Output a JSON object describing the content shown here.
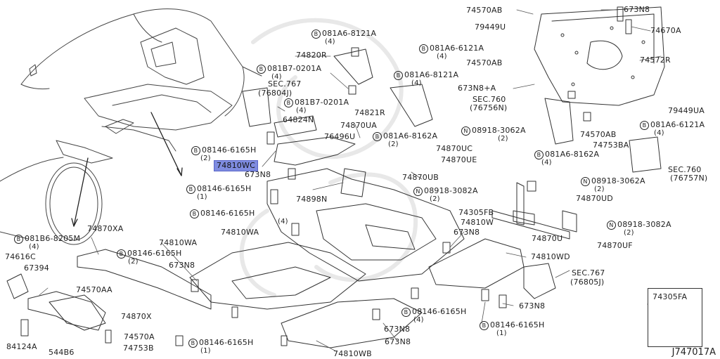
{
  "labels": {
    "p74570AB_top": "74570AB",
    "p673N8_top": "673N8",
    "p79449U": "79449U",
    "p74670A": "74670A",
    "b081A6_6121A_top": "081A6-6121A",
    "b081A6_6121A_top_qty": "(4)",
    "p74572R": "74572R",
    "p74570AB_mid": "74570AB",
    "b081A6_8121A_left": "081A6-8121A",
    "b081A6_8121A_left_qty": "(4)",
    "p74820R": "74820R",
    "b081B7_0201A_1": "081B7-0201A",
    "b081B7_0201A_1_qty": "(4)",
    "sec767_a": "SEC.767",
    "sec767_a_sub": "(76804J)",
    "b081A6_8121A_mid": "081A6-8121A",
    "b081A6_8121A_mid_qty": "(4)",
    "p673N8_A": "673N8+A",
    "b081B7_0201A_2": "081B7-0201A",
    "b081B7_0201A_2_qty": "(4)",
    "sec760_a": "SEC.760",
    "sec760_a_sub": "(76756N)",
    "p79449UA": "79449UA",
    "p74821R": "74821R",
    "p64824N": "64824N",
    "p74870UA": "74870UA",
    "n08918_3062A_top": "08918-3062A",
    "n08918_3062A_top_qty": "(2)",
    "p74570AB_low": "74570AB",
    "b081A6_6121A_right": "081A6-6121A",
    "b081A6_6121A_right_qty": "(4)",
    "p76496U": "76496U",
    "b081A6_8162A_1": "081A6-8162A",
    "b081A6_8162A_1_qty": "(2)",
    "p74753BA": "74753BA",
    "b08146_6165H_1": "08146-6165H",
    "b08146_6165H_1_qty": "(2)",
    "p74810WC": "74810WC",
    "p74870UC": "74870UC",
    "b081A6_8162A_2": "081A6-8162A",
    "b081A6_8162A_2_qty": "(4)",
    "sec760_b": "SEC.760",
    "sec760_b_sub": "(76757N)",
    "p673N8_b": "673N8",
    "p74870UE": "74870UE",
    "p74870UB": "74870UB",
    "n08918_3062A_mid": "08918-3062A",
    "n08918_3062A_mid_qty": "(2)",
    "b08146_6165H_2": "08146-6165H",
    "b08146_6165H_2_qty": "(1)",
    "n08918_3082A_1": "08918-3082A",
    "n08918_3082A_1_qty": "(2)",
    "p74898N": "74898N",
    "p74870UD": "74870UD",
    "p74305FB": "74305FB",
    "b08146_6165H_3": "08146-6165H",
    "b08146_6165H_3_qty": "(4)",
    "p74810W": "74810W",
    "n08918_3082A_2": "08918-3082A",
    "n08918_3082A_2_qty": "(2)",
    "p74870U": "74870U",
    "p74810WA_small": "74810WA",
    "p673N8_c": "673N8",
    "b081B6_8205M": "081B6-8205M",
    "b081B6_8205M_qty": "(4)",
    "p74870XA": "74870XA",
    "p74870UF": "74870UF",
    "p74810WA": "74810WA",
    "b08146_6165H_4": "08146-6165H",
    "b08146_6165H_4_qty": "(2)",
    "p74616C": "74616C",
    "p67394": "67394",
    "p673N8_d": "673N8",
    "p74810WD": "74810WD",
    "sec767_b": "SEC.767",
    "sec767_b_sub": "(76805J)",
    "p74570AA": "74570AA",
    "p74870X": "74870X",
    "p673N8_e": "673N8",
    "p74305FA_box": "74305FA",
    "b08146_6165H_5": "08146-6165H",
    "b08146_6165H_5_qty": "(4)",
    "b08146_6165H_6": "08146-6165H",
    "b08146_6165H_6_qty": "(1)",
    "p74570A": "74570A",
    "p673N8_f": "673N8",
    "p84124A": "84124A",
    "p544B6": "544B6",
    "p74753B": "74753B",
    "b08146_6165H_7": "08146-6165H",
    "b08146_6165H_7_qty": "(1)",
    "p673N8_g": "673N8",
    "p74810WB": "74810WB"
  },
  "markers": {
    "bolt": "B",
    "nut": "N"
  },
  "diagram_id": "J747017A"
}
